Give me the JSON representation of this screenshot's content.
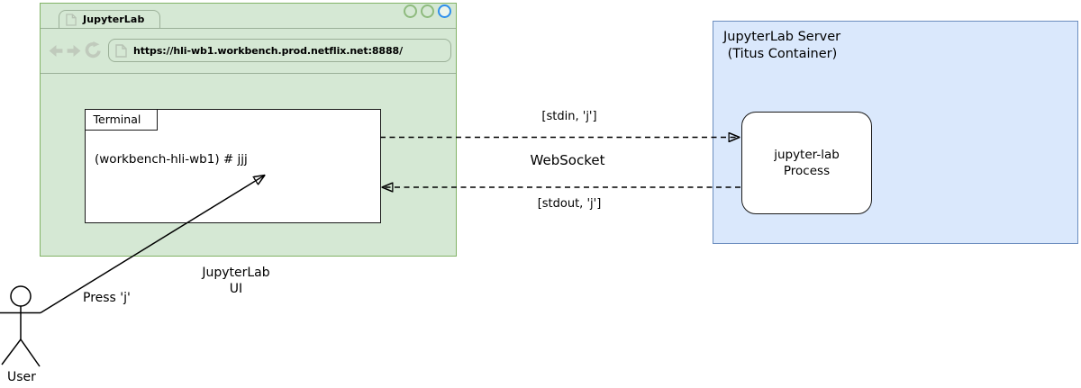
{
  "browser_window": {
    "tab_title": "JupyterLab",
    "url": "https://hli-wb1.workbench.prod.netflix.net:8888/",
    "terminal": {
      "tab_label": "Terminal",
      "prompt_text": "(workbench-hli-wb1) # jjj"
    },
    "caption": "JupyterLab\nUI"
  },
  "server_box": {
    "title": "JupyterLab Server\n (Titus Container)",
    "process_label": "jupyter-lab\nProcess"
  },
  "connection": {
    "stdin_label": "[stdin, 'j']",
    "transport_label": "WebSocket",
    "stdout_label": "[stdout, 'j']"
  },
  "actor": {
    "label": "User",
    "action_label": "Press 'j'"
  },
  "icons": {
    "nav": [
      "back-arrow",
      "forward-arrow",
      "refresh"
    ],
    "tab": "page-outline",
    "url_bar": "page-outline",
    "window_controls": [
      "circle",
      "circle",
      "circle-highlighted"
    ]
  },
  "colors": {
    "browser_fill": "#d5e8d4",
    "browser_stroke": "#82b366",
    "server_fill": "#dae8fc",
    "server_stroke": "#6c8ebf",
    "chrome_line": "#9bb098",
    "chrome_icon": "#c0cabc",
    "circle_green": "#8fbb7f",
    "circle_blue": "#2e8fec"
  }
}
